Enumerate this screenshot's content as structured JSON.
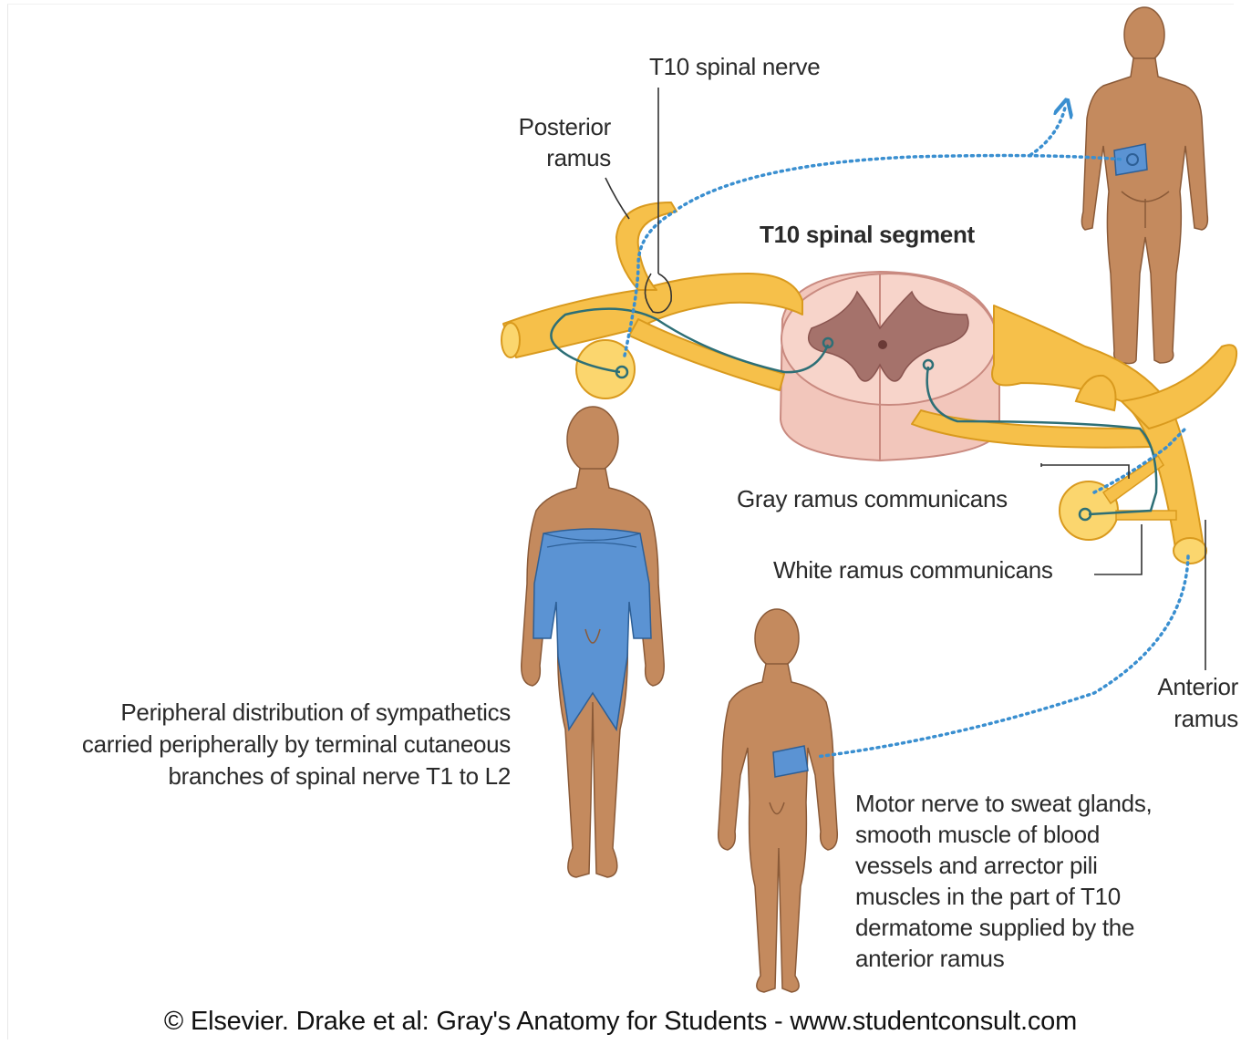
{
  "labels": {
    "t10_spinal_nerve": "T10 spinal nerve",
    "posterior_ramus_1": "Posterior",
    "posterior_ramus_2": "ramus",
    "t10_spinal_segment": "T10 spinal segment",
    "gray_ramus": "Gray ramus communicans",
    "white_ramus": "White ramus communicans",
    "anterior_ramus_1": "Anterior",
    "anterior_ramus_2": "ramus",
    "peripheral_1": "Peripheral distribution of sympathetics",
    "peripheral_2": "carried peripherally by terminal cutaneous",
    "peripheral_3": "branches of spinal nerve T1 to L2",
    "motor_1": "Motor nerve to sweat glands,",
    "motor_2": "smooth muscle of blood",
    "motor_3": "vessels and arrector pili",
    "motor_4": "muscles in the part of T10",
    "motor_5": "dermatome supplied by the",
    "motor_6": "anterior ramus"
  },
  "copyright": "© Elsevier. Drake et al: Gray's Anatomy for Students - www.studentconsult.com",
  "colors": {
    "nerve_fill": "#f6c04a",
    "nerve_edge": "#d99a1e",
    "ganglion_fill": "#fbd66e",
    "cord_fill": "#f2c6bb",
    "cord_edge": "#c98a80",
    "gray_matter": "#a5726b",
    "fiber_dark": "#2d6f76",
    "fiber_blue": "#3a8fd0",
    "skin": "#c48a5e",
    "skin_edge": "#8a5a38",
    "dermatome": "#5b93d3"
  }
}
